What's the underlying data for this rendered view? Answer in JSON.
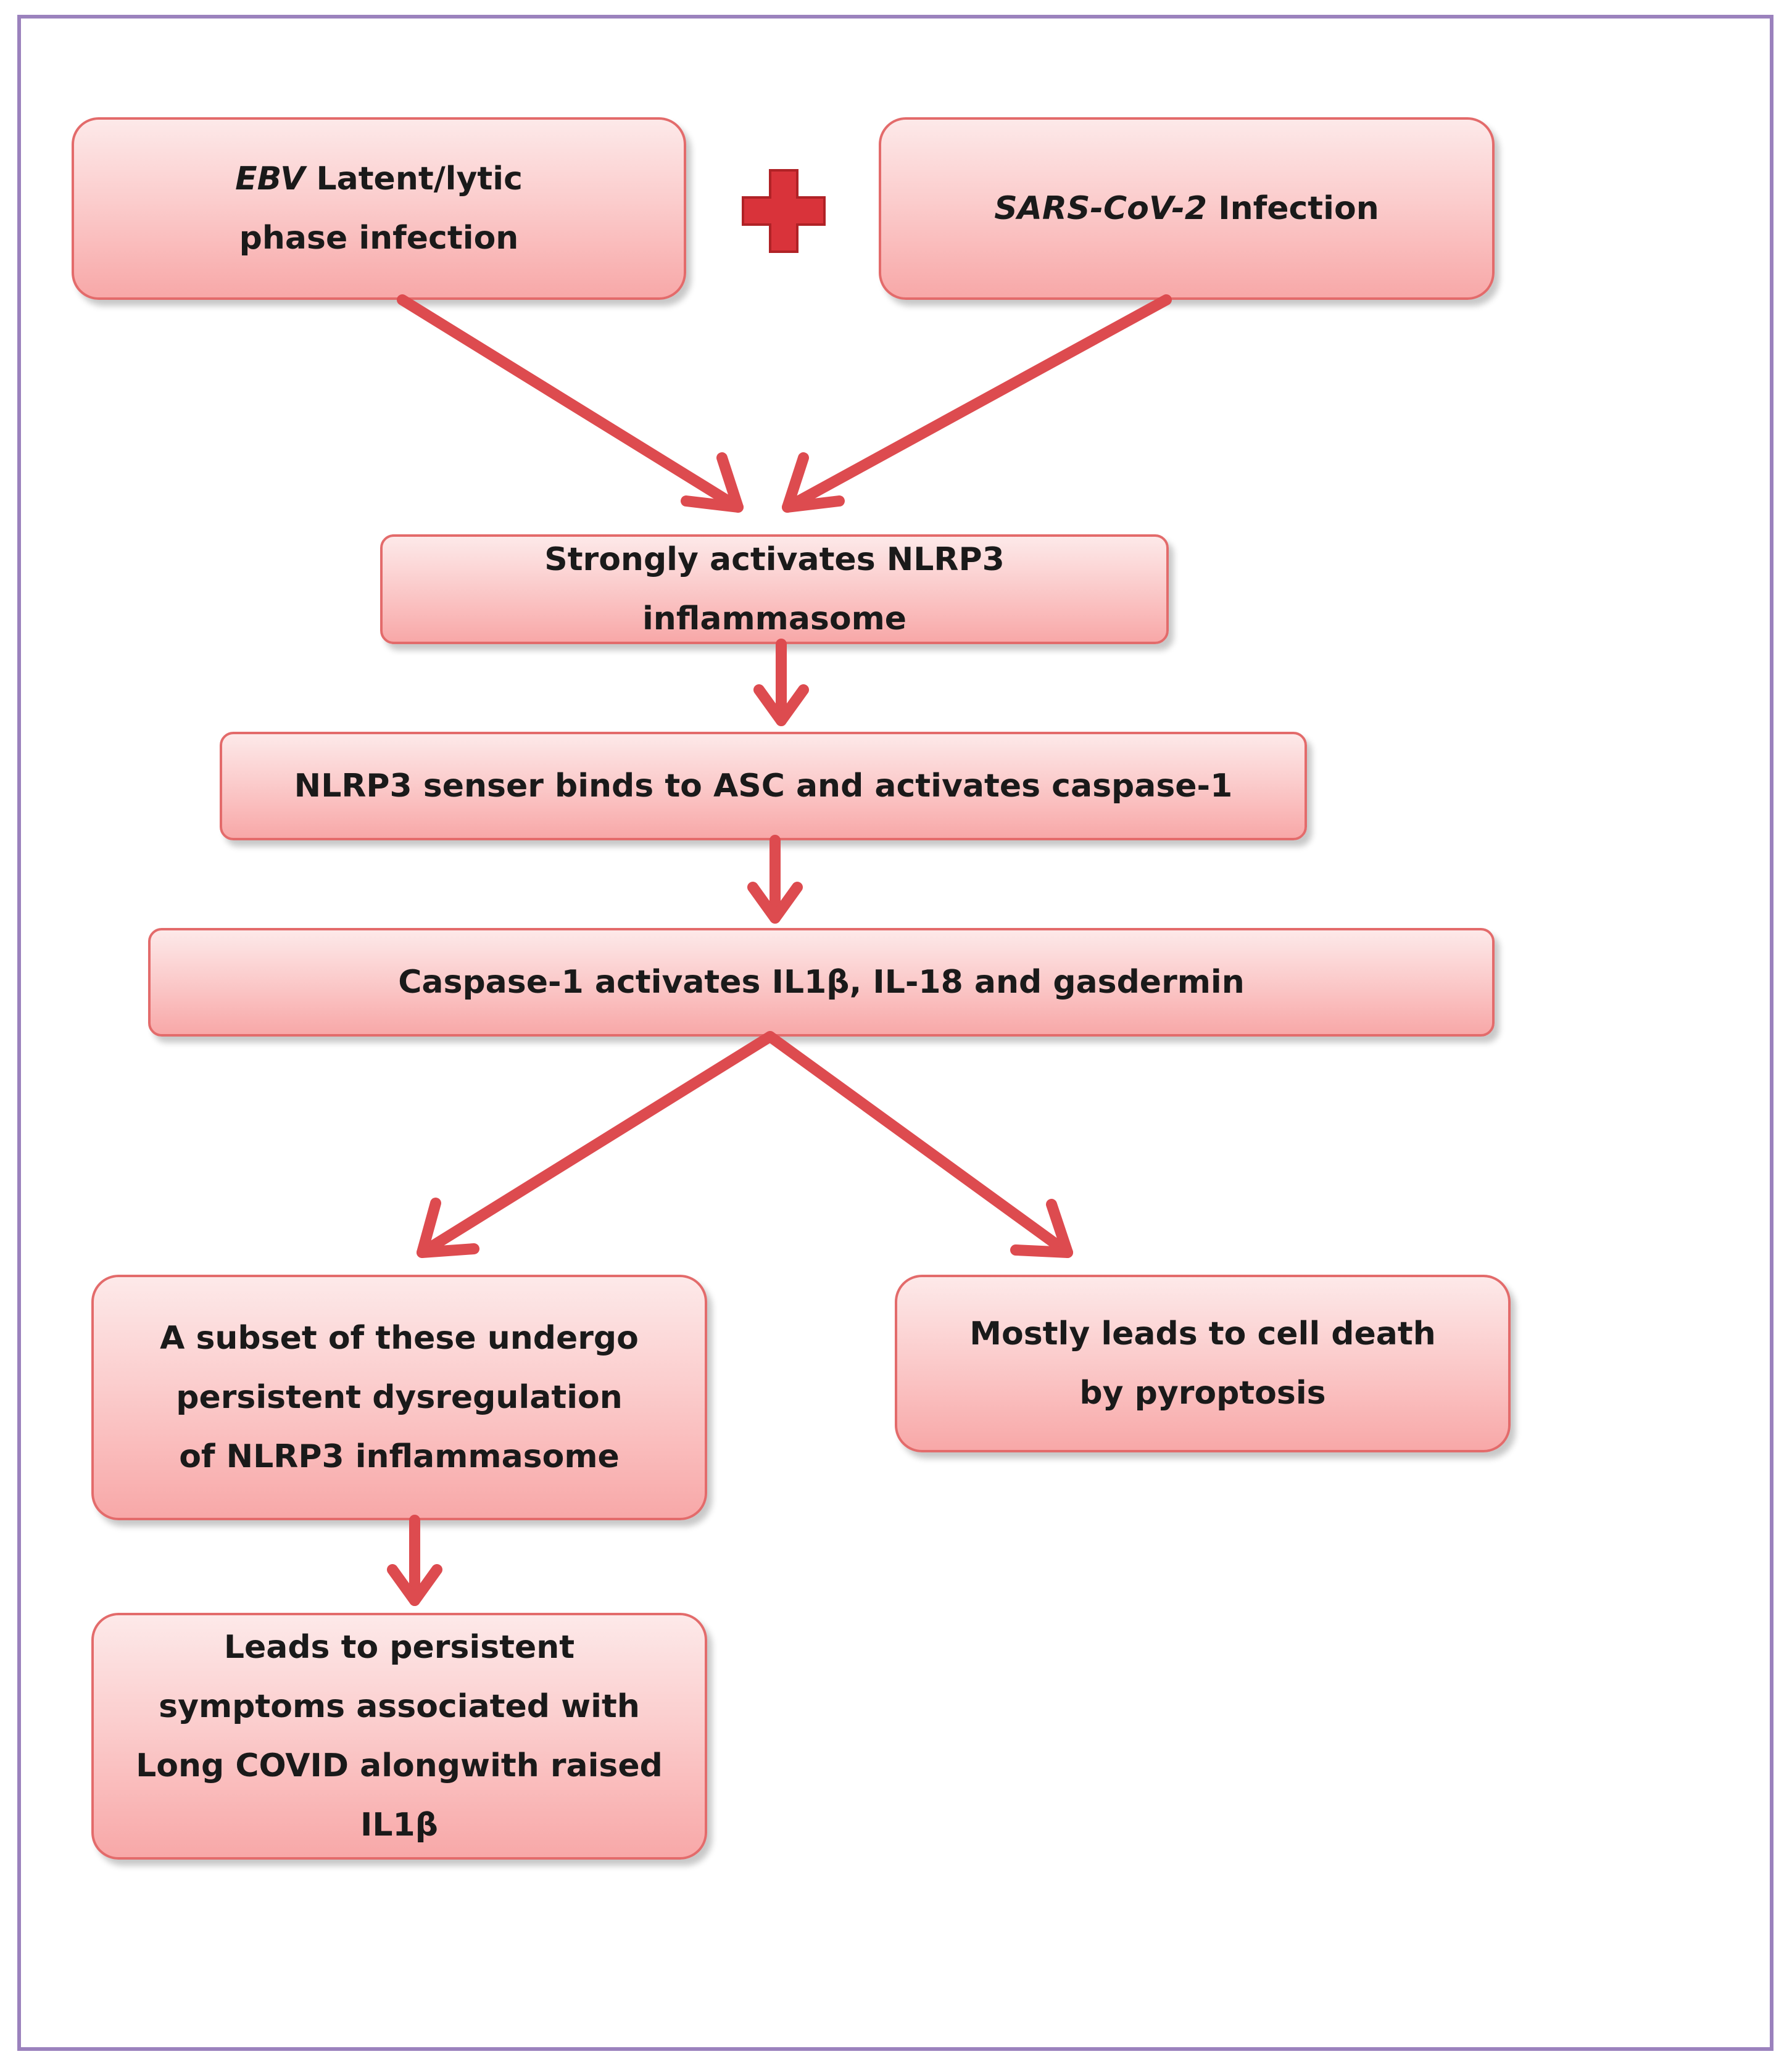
{
  "nodes": {
    "ebv": {
      "italic": "EBV",
      "rest": " Latent/lytic phase infection"
    },
    "sars": {
      "italic": "SARS-CoV-2",
      "rest": " Infection"
    },
    "nlrp3_activation": "Strongly activates NLRP3 inflammasome",
    "asc_binding": "NLRP3 senser binds to ASC and activates caspase-1",
    "caspase": "Caspase-1 activates IL1β, IL-18 and gasdermin",
    "dysregulation": "A subset of these undergo persistent dysregulation of NLRP3 inflammasome",
    "pyroptosis": "Mostly leads to cell death by pyroptosis",
    "long_covid": "Leads to persistent symptoms associated with Long COVID alongwith raised IL1β"
  },
  "colors": {
    "frame": "#9b82bd",
    "box_border": "#e36b6b",
    "box_fill_top": "#fde9e9",
    "box_fill_bottom": "#f8a8a8",
    "arrow": "#dd4b4f",
    "plus": "#d9333a"
  },
  "icons": {
    "combine": "plus-icon"
  }
}
